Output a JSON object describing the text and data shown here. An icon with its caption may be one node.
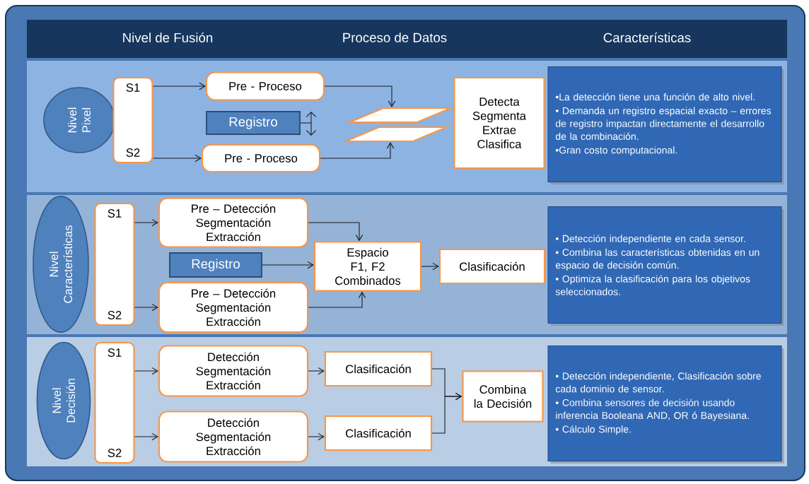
{
  "diagram": {
    "nodes": [
      {
        "text": [
          "Nivel Pixel"
        ]
      },
      {
        "text": [
          "S1",
          "S2"
        ]
      },
      {
        "text": [
          "Pre - Proceso"
        ]
      },
      {
        "text": [
          "Registro"
        ]
      },
      {
        "text": [
          "Pre - Proceso"
        ]
      },
      {
        "text": [],
        "shape": "parallelogram"
      },
      {
        "text": [],
        "shape": "parallelogram"
      },
      {
        "text": [
          "Detecta Segmenta Extrae Clasifica"
        ]
      },
      {
        "text": [
          "•La detección tiene una función de alto nivel.",
          "• Demanda un registro espacial exacto – errores de registro impactan directamente el desarrollo de la combinación.",
          "•Gran costo computacional."
        ]
      },
      {
        "text": [
          "Nivel Características"
        ]
      },
      {
        "text": [
          "S1",
          "S2"
        ]
      },
      {
        "text": [
          "Pre – Detección Segmentación Extracción"
        ]
      },
      {
        "text": [
          "Registro"
        ]
      },
      {
        "text": [
          "Pre – Detección Segmentación Extracción"
        ]
      },
      {
        "text": [
          "Espacio F1, F2 Combinados"
        ]
      },
      {
        "text": [
          "Clasificación"
        ]
      },
      {
        "text": [
          "• Detección independiente en cada sensor.",
          "• Combina las características obtenidas en un espacio de decisión común.",
          "• Optimiza la clasificación para los objetivos seleccionados."
        ]
      },
      {
        "text": [
          "Nivel Decisión"
        ]
      },
      {
        "text": [
          "S1",
          "S2"
        ]
      },
      {
        "text": [
          "Detección Segmentación Extracción"
        ]
      },
      {
        "text": [
          "Detección Segmentación Extracción"
        ]
      },
      {
        "text": [
          "Clasificación"
        ]
      },
      {
        "text": [
          "Clasificación"
        ]
      },
      {
        "text": [
          "Combina la Decisión"
        ]
      },
      {
        "text": [
          "• Detección independiente, Clasificación sobre cada dominio de sensor.",
          "• Combina sensores de decisión usando inferencia Booleana AND, OR ó Bayesiana.",
          "• Cálculo Simple."
        ]
      }
    ],
    "edges": [
      {
        "from": 1,
        "to": 2,
        "arrow": "to"
      },
      {
        "from": 1,
        "to": 4,
        "arrow": "to"
      },
      {
        "from": 2,
        "to": 5,
        "arrow": "to"
      },
      {
        "from": 4,
        "to": 6,
        "arrow": "to"
      },
      {
        "from": 10,
        "to": 11,
        "arrow": "to"
      },
      {
        "from": 10,
        "to": 13,
        "arrow": "to"
      },
      {
        "from": 11,
        "to": 14,
        "arrow": "to"
      },
      {
        "from": 12,
        "to": 14,
        "arrow": "to"
      },
      {
        "from": 13,
        "to": 14,
        "arrow": "to"
      },
      {
        "from": 14,
        "to": 15,
        "arrow": "to"
      },
      {
        "from": 18,
        "to": 19,
        "arrow": "to"
      },
      {
        "from": 18,
        "to": 20,
        "arrow": "to"
      },
      {
        "from": 19,
        "to": 21,
        "arrow": "to"
      },
      {
        "from": 20,
        "to": 22,
        "arrow": "to"
      },
      {
        "from": 21,
        "to": 23,
        "arrow": "to"
      },
      {
        "from": 22,
        "to": 23,
        "arrow": "to"
      }
    ],
    "labels": [
      "Nivel de Fusión",
      "Proceso de Datos",
      "Características"
    ]
  }
}
